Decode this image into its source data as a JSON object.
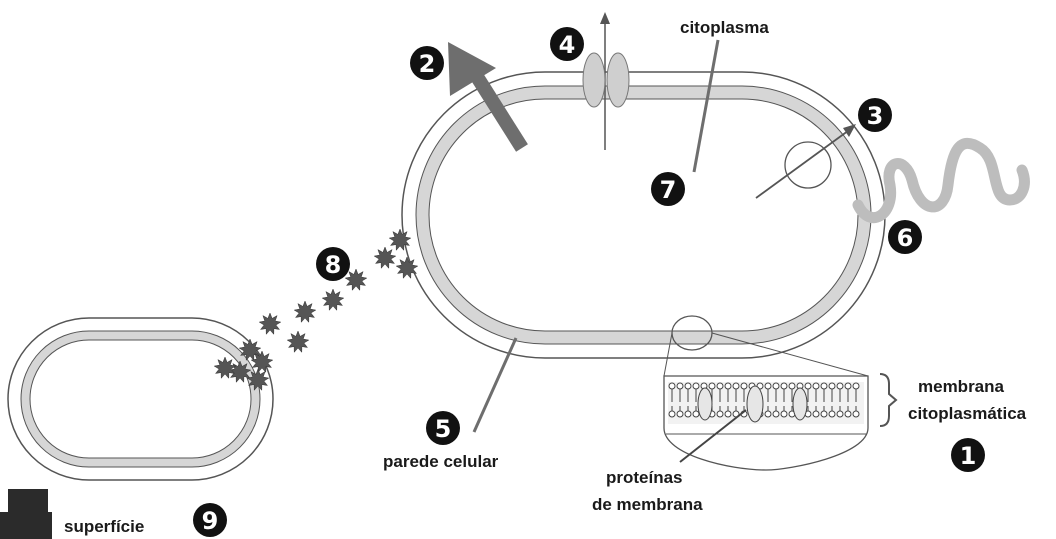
{
  "labels": {
    "citoplasma": "citoplasma",
    "membrana_line1": "membrana",
    "membrana_line2": "citoplasmática",
    "proteinas_line1": "proteínas",
    "proteinas_line2": "de membrana",
    "parede": "parede celular",
    "superficie": "superfície"
  },
  "markers": [
    "1",
    "2",
    "3",
    "4",
    "5",
    "6",
    "7",
    "8",
    "9"
  ],
  "colors": {
    "marker_fill": "#111111",
    "membrane_gray": "#d6d6d6",
    "arrow_gray": "#6e6e6e",
    "flagellum_gray": "#bdbdbd",
    "surface_block": "#2b2b2b"
  }
}
